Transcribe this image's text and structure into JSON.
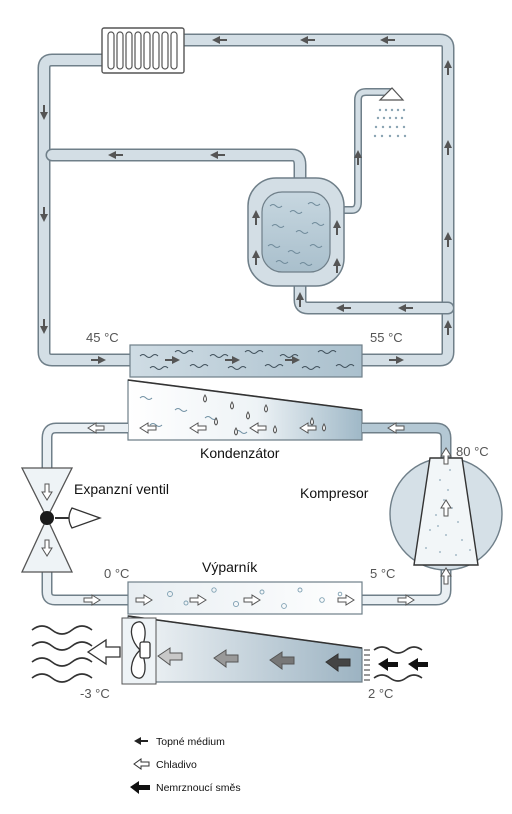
{
  "labels": {
    "t45": "45 °C",
    "t55": "55 °C",
    "t80": "80 °C",
    "t0": "0 °C",
    "t5": "5 °C",
    "tm3": "-3 °C",
    "t2": "2 °C",
    "condenser": "Kondenzátor",
    "expansion_valve": "Expanzní ventil",
    "compressor": "Kompresor",
    "evaporator": "Výparník"
  },
  "legend": [
    {
      "label": "Topné médium",
      "icon": "arrow-left-small-filled"
    },
    {
      "label": "Chladivo",
      "icon": "arrow-left-outline"
    },
    {
      "label": "Nemrznoucí směs",
      "icon": "arrow-left-large-filled"
    }
  ],
  "colors": {
    "pipe_fill": "#d3dee5",
    "pipe_stroke": "#6f7f89",
    "water_blue": "#b7cad6",
    "arrow_dark": "#555555",
    "text": "#222222"
  }
}
